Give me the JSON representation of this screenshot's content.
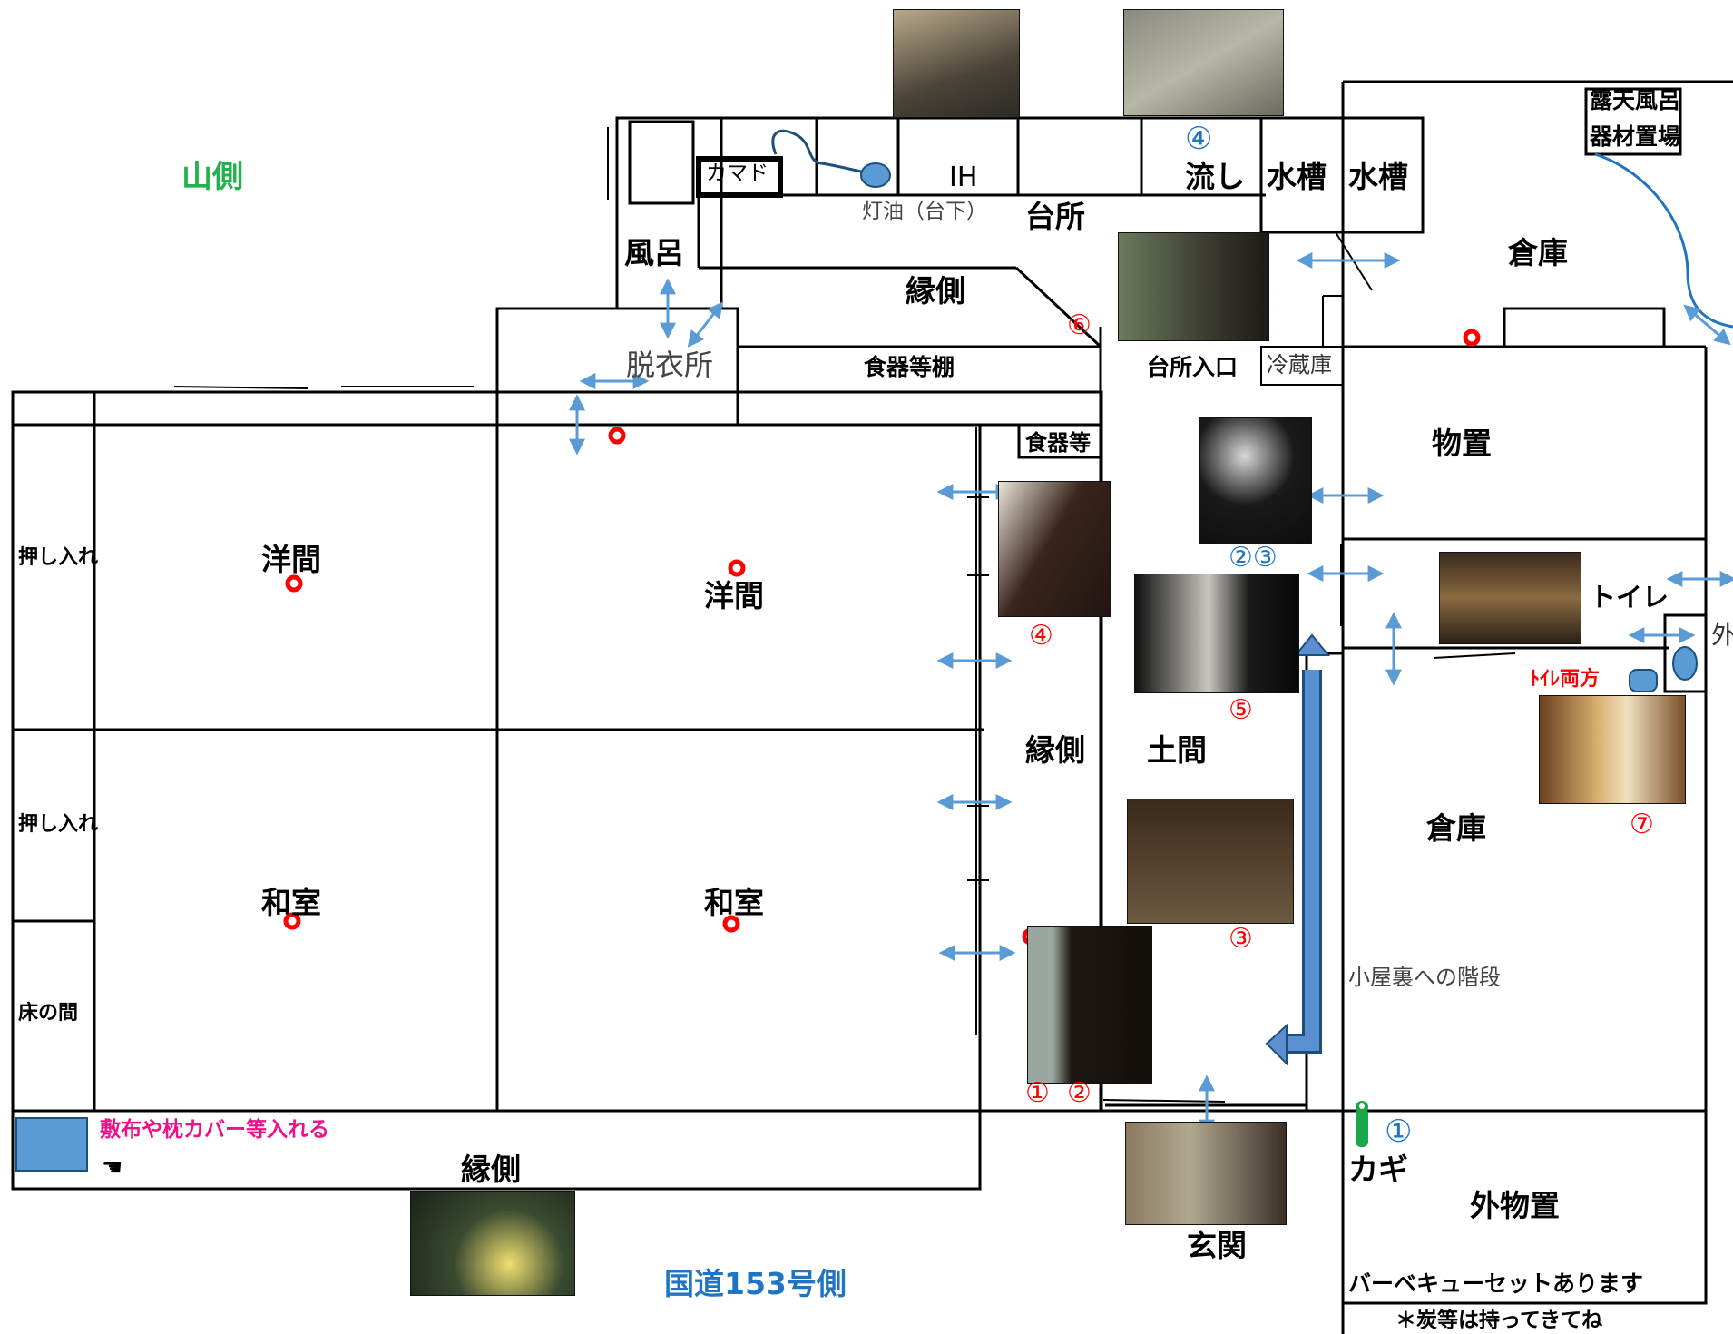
{
  "sides": {
    "mountain": "山側",
    "road": "国道153号側"
  },
  "rooms": {
    "kamado": "カマド",
    "ih": "IH",
    "kerosene": "灯油（台下）",
    "kitchen": "台所",
    "sink": "流し",
    "water_tank_1": "水槽",
    "water_tank_2": "水槽",
    "outdoor_bath_storage_1": "露天風呂",
    "outdoor_bath_storage_2": "器材置場",
    "bath": "風呂",
    "veranda_top": "縁側",
    "changing_room": "脱衣所",
    "dish_shelf": "食器等棚",
    "kitchen_entrance": "台所入口",
    "fridge": "冷蔵庫",
    "storage_top": "倉庫",
    "shed": "物置",
    "dishes_etc": "食器等",
    "closet_1": "押し入れ",
    "closet_2": "押し入れ",
    "tokonoma": "床の間",
    "western_room_1": "洋間",
    "western_room_2": "洋間",
    "japanese_room_1": "和室",
    "japanese_room_2": "和室",
    "veranda_mid": "縁側",
    "earthen_floor": "土間",
    "toilet": "トイレ",
    "toilet_both": "ﾄｲﾚ両方",
    "outside": "外",
    "storage_mid": "倉庫",
    "attic_stairs": "小屋裏への階段",
    "key": "カギ",
    "outdoor_shed": "外物置",
    "bbq": "バーベキューセットあります",
    "charcoal_note": "＊炭等は持ってきてね",
    "entrance": "玄関",
    "bedding_note": "敷布や枕カバー等入れる",
    "veranda_bottom": "縁側"
  },
  "photo_markers": {
    "p1": "①",
    "p2": "②",
    "p23": "②③",
    "p3": "③",
    "p4": "④",
    "p5": "⑤",
    "p6": "⑥",
    "p7": "⑦",
    "sink_num": "④",
    "key_num": "①"
  },
  "colors": {
    "wall": "#000000",
    "arrow": "#5b9bd5",
    "marker": "#ff0000",
    "mountain": "#22b14c",
    "road": "#1f74c4",
    "note": "#ee1188",
    "key_icon": "#1aa64a",
    "stairs": "#5b8fd0"
  },
  "icons": {
    "pointer": "hand-pointer-icon",
    "key": "key-icon",
    "camera_spot": "camera-spot-icon",
    "door": "door-arrow-icon"
  }
}
